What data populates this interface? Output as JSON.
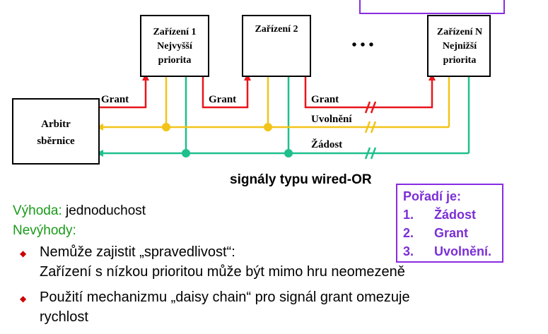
{
  "diagram": {
    "arbiter": [
      "Arbitr",
      "sběrnice"
    ],
    "device1": [
      "Zařízení 1",
      "Nejvyšší",
      "priorita"
    ],
    "device2": [
      "Zařízení 2"
    ],
    "deviceN": [
      "Zařízení N",
      "Nejnižší",
      "priorita"
    ],
    "ellipsis": "• • •",
    "grant": "Grant",
    "release": "Uvolnění",
    "request": "Žádost",
    "colors": {
      "grant": "#e8161b",
      "release": "#f2c41a",
      "request": "#1fbf8e",
      "box_border": "#8a2be2"
    }
  },
  "caption": "signály typu wired-OR",
  "advantage": {
    "label": "Výhoda:",
    "value": "jednoduchost"
  },
  "disadvantages_label": "Nevýhody:",
  "bullets": [
    [
      "Nemůže zajistit „spravedlivost“:",
      "Zařízení s nízkou prioritou může být mimo hru neomezeně"
    ],
    [
      "Použití mechanizmu „daisy chain“ pro signál grant omezuje",
      "rychlost"
    ]
  ],
  "order": {
    "title": "Pořadí je:",
    "items": [
      {
        "num": "1.",
        "text": "Žádost"
      },
      {
        "num": "2.",
        "text": "Grant"
      },
      {
        "num": "3.",
        "text": "Uvolnění."
      }
    ]
  }
}
